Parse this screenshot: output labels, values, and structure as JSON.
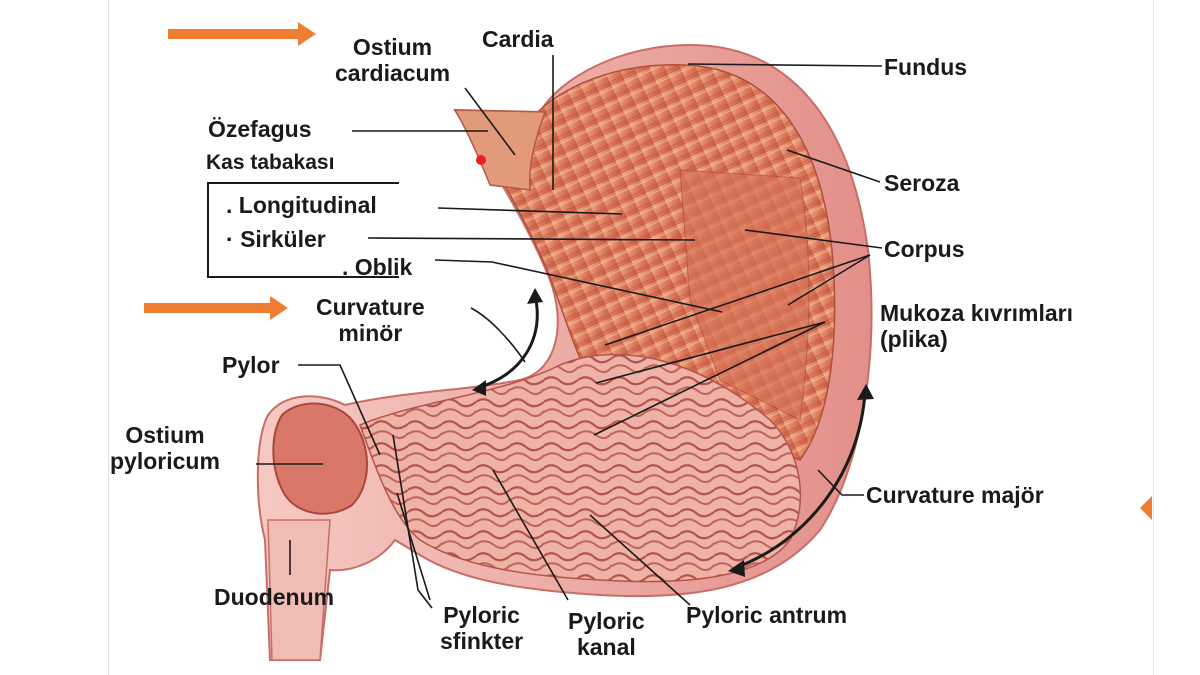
{
  "labels": {
    "ostium_cardiacum": [
      "Ostium",
      "cardiacum"
    ],
    "cardia": "Cardia",
    "fundus": "Fundus",
    "ozefagus": "Özefagus",
    "kas_tabakasi": "Kas tabakası",
    "longitudinal": "Longitudinal",
    "sirkuler": "Sirküler",
    "oblik": "Oblik",
    "seroza": "Seroza",
    "corpus": "Corpus",
    "curvature_minor": [
      "Curvature",
      "minör"
    ],
    "mukoza": [
      "Mukoza kıvrımları",
      "(plika)"
    ],
    "pylor": "Pylor",
    "ostium_pyloricum": [
      "Ostium",
      "pyloricum"
    ],
    "curvature_major": "Curvature majör",
    "duodenum": "Duodenum",
    "pyloric_sfinkter": [
      "Pyloric",
      "sfinkter"
    ],
    "pyloric_kanal": [
      "Pyloric",
      "kanal"
    ],
    "pyloric_antrum": "Pyloric antrum"
  },
  "bullets": {
    "longitudinal": ".",
    "sirkuler": "·",
    "oblik": "."
  },
  "colors": {
    "accent_arrow": "#ed7d31",
    "tissue_outer": "#e89a94",
    "tissue_muscle": "#d9755a",
    "tissue_mucosa": "#e8a49a",
    "rugae": "#b8524a",
    "marker_dot": "#e82020"
  }
}
